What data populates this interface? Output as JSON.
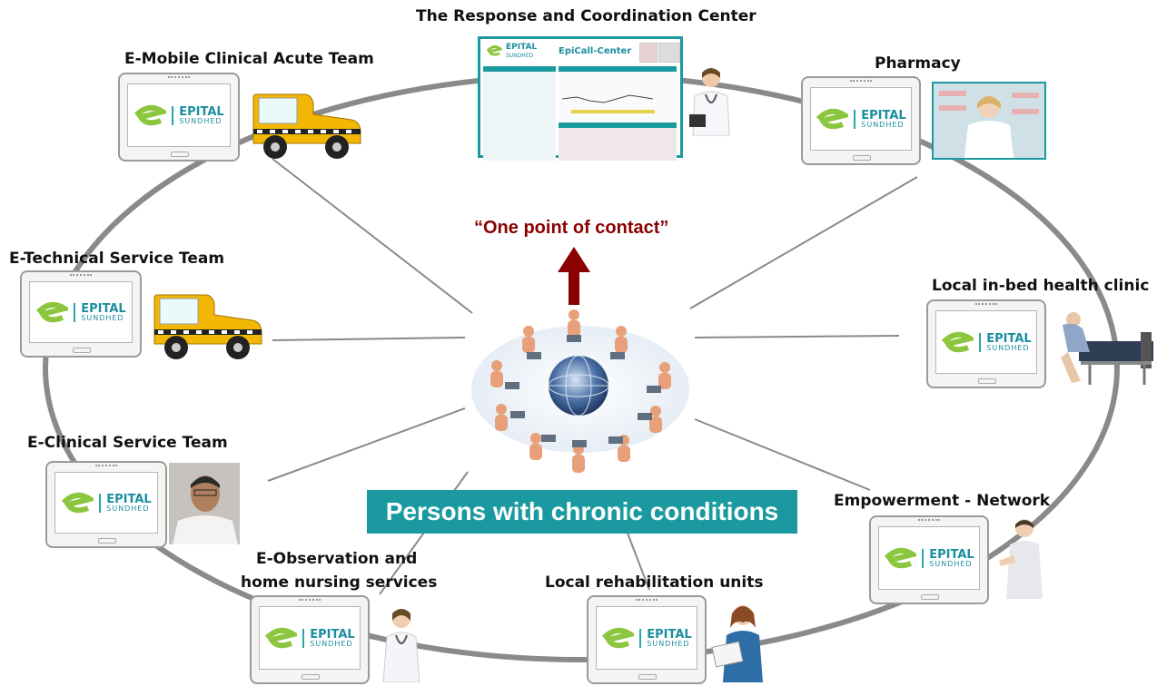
{
  "diagram": {
    "center_label": "Persons with chronic conditions",
    "center_slogan": "“One point of contact”",
    "logo": {
      "brand": "EPITAL",
      "sub": "SUNDHED"
    },
    "nodes": [
      {
        "id": "response",
        "title": "The Response and Coordination Center"
      },
      {
        "id": "mobile",
        "title": "E-Mobile Clinical Acute Team"
      },
      {
        "id": "pharmacy",
        "title": "Pharmacy"
      },
      {
        "id": "technical",
        "title": "E-Technical Service Team"
      },
      {
        "id": "inbed",
        "title": "Local in-bed health clinic"
      },
      {
        "id": "clinical",
        "title": "E-Clinical Service Team"
      },
      {
        "id": "empower",
        "title": "Empowerment - Network"
      },
      {
        "id": "observation",
        "title_line1": "E-Observation and",
        "title_line2": "home nursing services"
      },
      {
        "id": "rehab",
        "title": "Local rehabilitation units"
      }
    ],
    "epicall": {
      "brand": "EPITAL",
      "sub": "SUNDHED",
      "title": "EpiCall-Center"
    }
  },
  "colors": {
    "teal": "#1a9aa0",
    "ring": "#8a8a8a",
    "arrow": "#8b0000",
    "taxi": "#f2b705"
  }
}
